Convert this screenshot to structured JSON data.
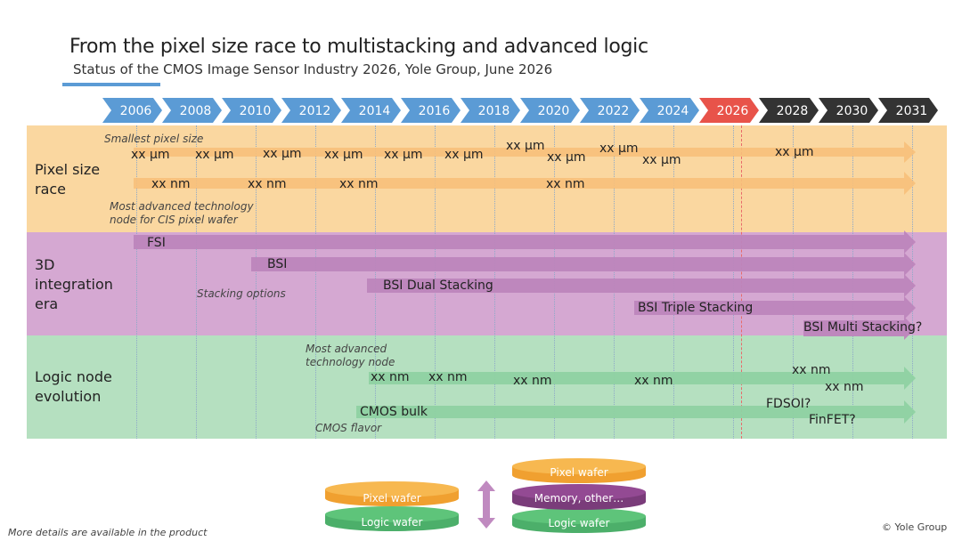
{
  "header": {
    "title": "From the pixel size race to multistacking and advanced logic",
    "subtitle": "Status of the CMOS Image Sensor Industry 2026, Yole Group, June 2026"
  },
  "timeline": {
    "years": [
      "2006",
      "2008",
      "2010",
      "2012",
      "2014",
      "2016",
      "2018",
      "2020",
      "2022",
      "2024",
      "2026",
      "2028",
      "2030",
      "2031"
    ],
    "colors": {
      "past": "#5b9bd5",
      "current": "#e8534a",
      "future": "#333333"
    }
  },
  "bands": {
    "pixel": {
      "label_line1": "Pixel size",
      "label_line2": "race",
      "color": "#fad7a0",
      "note_top": "Smallest pixel size",
      "note_bottom_line1": "Most advanced technology",
      "note_bottom_line2": "node for CIS pixel wafer",
      "um_values": [
        "xx µm",
        "xx µm",
        "xx µm",
        "xx µm",
        "xx µm",
        "xx µm",
        "xx µm",
        "xx µm",
        "xx µm",
        "xx µm",
        "xx µm"
      ],
      "nm_values": [
        "xx nm",
        "xx nm",
        "xx nm",
        "xx nm"
      ]
    },
    "integration": {
      "label_line1": "3D",
      "label_line2": "integration",
      "label_line3": "era",
      "color": "#d5a8d2",
      "note": "Stacking options",
      "arrows": [
        "FSI",
        "BSI",
        "BSI Dual Stacking",
        "BSI Triple Stacking",
        "BSI Multi Stacking?"
      ]
    },
    "logic": {
      "label_line1": "Logic node",
      "label_line2": "evolution",
      "color": "#b5e0c0",
      "note_top_line1": "Most advanced",
      "note_top_line2": "technology node",
      "note_bottom": "CMOS flavor",
      "nm_values": [
        "xx nm",
        "xx nm",
        "xx nm",
        "xx nm",
        "xx nm",
        "xx nm"
      ],
      "flavor_values": [
        "CMOS bulk",
        "FDSOI?",
        "FinFET?"
      ]
    }
  },
  "wafers": {
    "pixel_wafer": "Pixel wafer",
    "logic_wafer": "Logic wafer",
    "memory_other": "Memory, other…"
  },
  "footer": {
    "left": "More details are available in the product",
    "right": "© Yole Group"
  }
}
